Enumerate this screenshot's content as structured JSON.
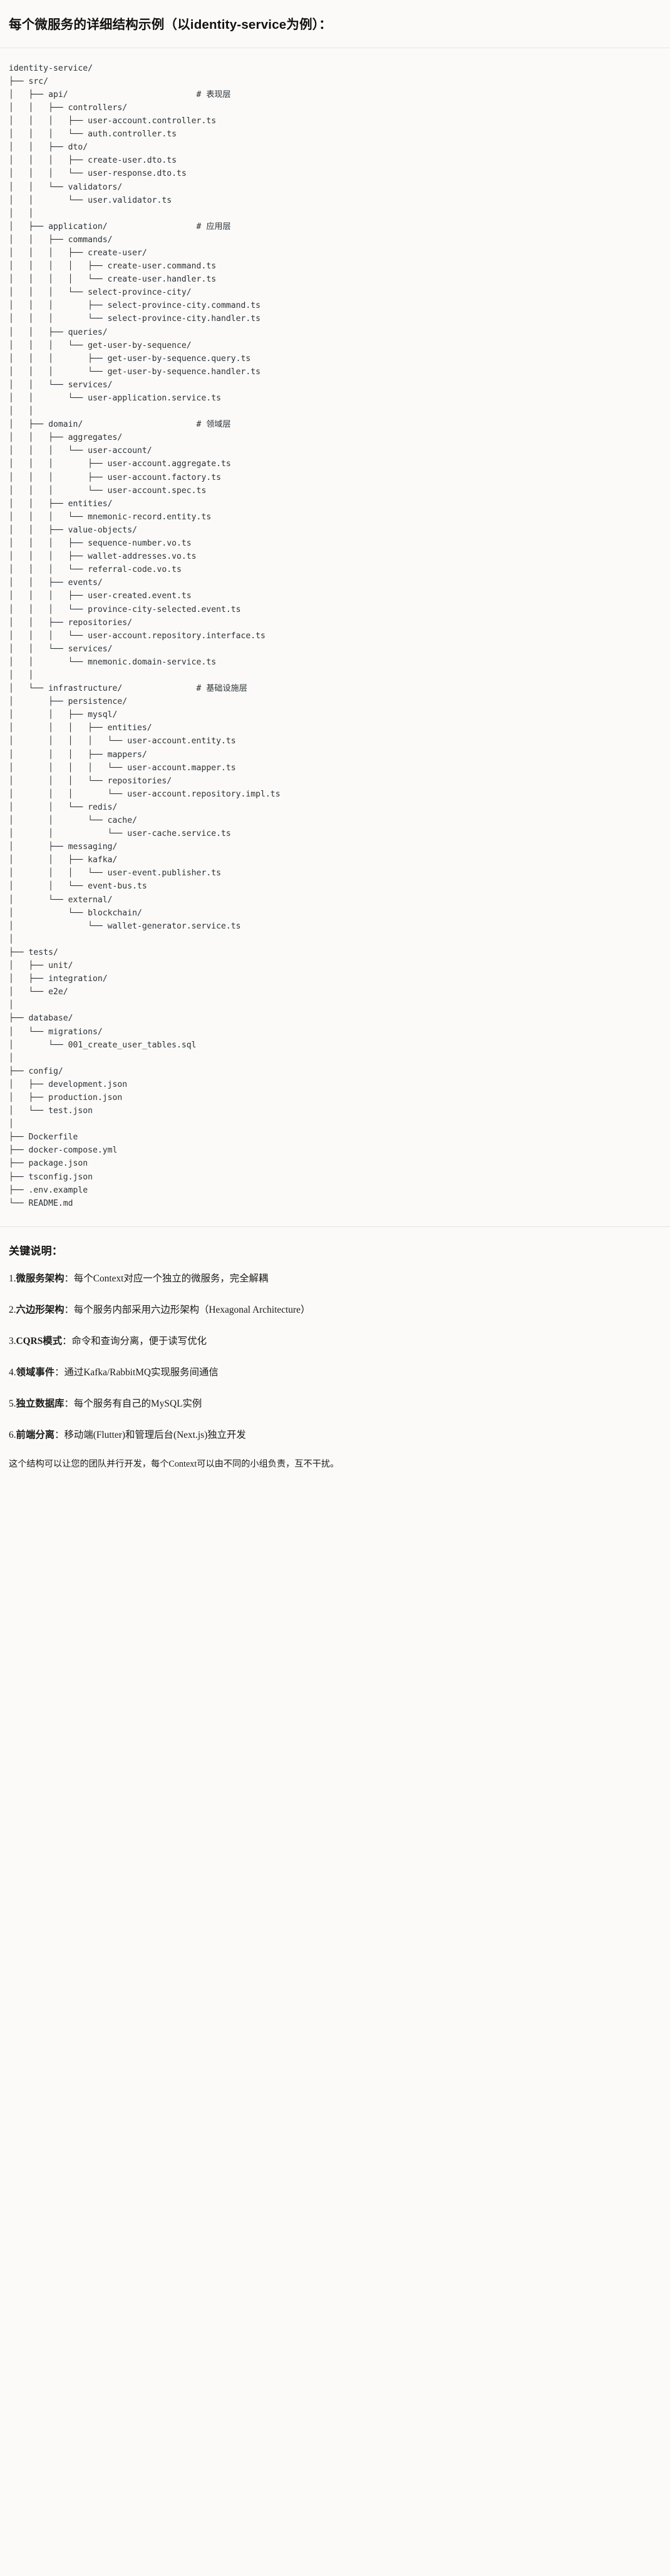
{
  "header": {
    "title": "每个微服务的详细结构示例（以identity-service为例）："
  },
  "tree": {
    "root": "identity-service/",
    "text": "identity-service/\n├── src/\n│   ├── api/                          # 表现层\n│   │   ├── controllers/\n│   │   │   ├── user-account.controller.ts\n│   │   │   └── auth.controller.ts\n│   │   ├── dto/\n│   │   │   ├── create-user.dto.ts\n│   │   │   └── user-response.dto.ts\n│   │   └── validators/\n│   │       └── user.validator.ts\n│   │\n│   ├── application/                  # 应用层\n│   │   ├── commands/\n│   │   │   ├── create-user/\n│   │   │   │   ├── create-user.command.ts\n│   │   │   │   └── create-user.handler.ts\n│   │   │   └── select-province-city/\n│   │   │       ├── select-province-city.command.ts\n│   │   │       └── select-province-city.handler.ts\n│   │   ├── queries/\n│   │   │   └── get-user-by-sequence/\n│   │   │       ├── get-user-by-sequence.query.ts\n│   │   │       └── get-user-by-sequence.handler.ts\n│   │   └── services/\n│   │       └── user-application.service.ts\n│   │\n│   ├── domain/                       # 领域层\n│   │   ├── aggregates/\n│   │   │   └── user-account/\n│   │   │       ├── user-account.aggregate.ts\n│   │   │       ├── user-account.factory.ts\n│   │   │       └── user-account.spec.ts\n│   │   ├── entities/\n│   │   │   └── mnemonic-record.entity.ts\n│   │   ├── value-objects/\n│   │   │   ├── sequence-number.vo.ts\n│   │   │   ├── wallet-addresses.vo.ts\n│   │   │   └── referral-code.vo.ts\n│   │   ├── events/\n│   │   │   ├── user-created.event.ts\n│   │   │   └── province-city-selected.event.ts\n│   │   ├── repositories/\n│   │   │   └── user-account.repository.interface.ts\n│   │   └── services/\n│   │       └── mnemonic.domain-service.ts\n│   │\n│   └── infrastructure/               # 基础设施层\n│       ├── persistence/\n│       │   ├── mysql/\n│       │   │   ├── entities/\n│       │   │   │   └── user-account.entity.ts\n│       │   │   ├── mappers/\n│       │   │   │   └── user-account.mapper.ts\n│       │   │   └── repositories/\n│       │   │       └── user-account.repository.impl.ts\n│       │   └── redis/\n│       │       └── cache/\n│       │           └── user-cache.service.ts\n│       ├── messaging/\n│       │   ├── kafka/\n│       │   │   └── user-event.publisher.ts\n│       │   └── event-bus.ts\n│       └── external/\n│           └── blockchain/\n│               └── wallet-generator.service.ts\n│\n├── tests/\n│   ├── unit/\n│   ├── integration/\n│   └── e2e/\n│\n├── database/\n│   └── migrations/\n│       └── 001_create_user_tables.sql\n│\n├── config/\n│   ├── development.json\n│   ├── production.json\n│   └── test.json\n│\n├── Dockerfile\n├── docker-compose.yml\n├── package.json\n├── tsconfig.json\n├── .env.example\n└── README.md",
    "layer_comments": [
      "# 表现层",
      "# 应用层",
      "# 领域层",
      "# 基础设施层"
    ]
  },
  "notes": {
    "title": "关键说明：",
    "items": [
      {
        "num": "1.",
        "term": "微服务架构",
        "sep": "：",
        "desc": "每个Context对应一个独立的微服务，完全解耦"
      },
      {
        "num": "2.",
        "term": "六边形架构",
        "sep": "：",
        "desc": "每个服务内部采用六边形架构（Hexagonal Architecture）"
      },
      {
        "num": "3.",
        "term": "CQRS模式",
        "sep": "：",
        "desc": "命令和查询分离，便于读写优化"
      },
      {
        "num": "4.",
        "term": "领域事件",
        "sep": "：",
        "desc": "通过Kafka/RabbitMQ实现服务间通信"
      },
      {
        "num": "5.",
        "term": "独立数据库",
        "sep": "：",
        "desc": "每个服务有自己的MySQL实例"
      },
      {
        "num": "6.",
        "term": "前端分离",
        "sep": "：",
        "desc": "移动端(Flutter)和管理后台(Next.js)独立开发"
      }
    ],
    "closing": "这个结构可以让您的团队并行开发，每个Context可以由不同的小组负责，互不干扰。"
  }
}
